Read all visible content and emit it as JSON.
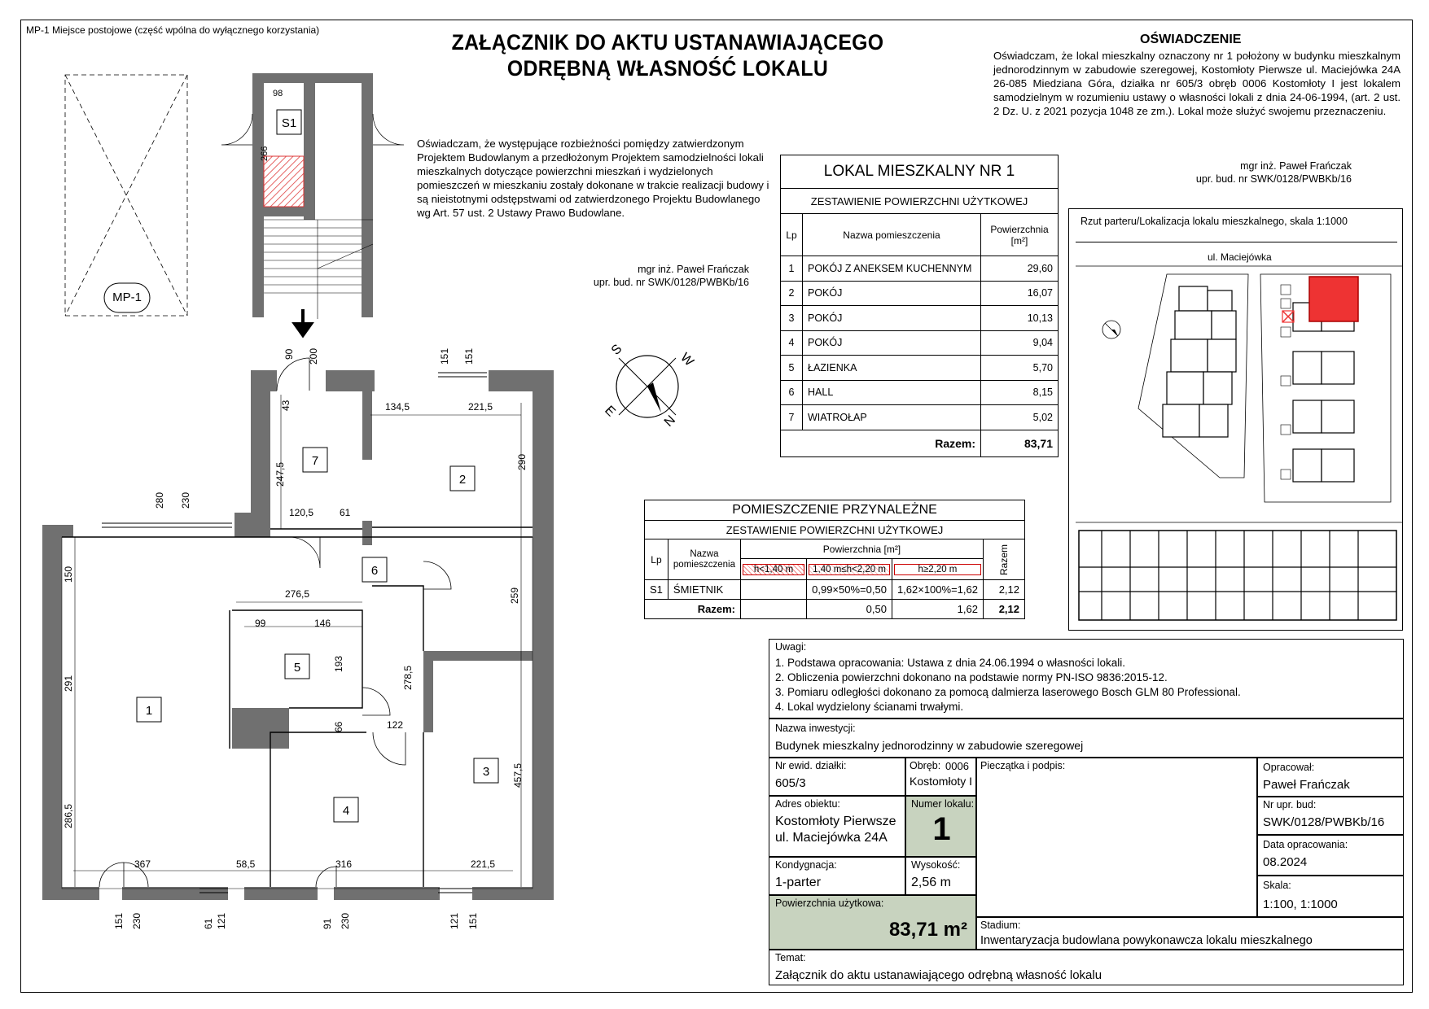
{
  "header": {
    "mp_note": "MP-1    Miejsce postojowe (część wpólna do wyłącznego korzystania)",
    "title_line1": "ZAŁĄCZNIK DO AKTU USTANAWIAJĄCEGO",
    "title_line2": "ODRĘBNĄ WŁASNOŚĆ LOKALU"
  },
  "declaration_top": {
    "heading": "OŚWIADCZENIE",
    "text": "Oświadczam, że lokal mieszkalny oznaczony nr 1 położony w budynku mieszkalnym jednorodzinnym w zabudowie szeregowej, Kostomłoty Pierwsze ul. Maciejówka 24A 26-085 Miedziana Góra, działka nr 605/3 obręb 0006 Kostomłoty I jest lokalem samodzielnym w rozumieniu ustawy o własności lokali z dnia 24-06-1994, (art. 2 ust. 2 Dz. U. z 2021 pozycja 1048 ze zm.). Lokal może służyć swojemu przeznaczeniu.",
    "sig_name": "mgr inż. Paweł Frańczak",
    "sig_reg": "upr. bud. nr SWK/0128/PWBKb/16"
  },
  "declaration_mid": {
    "text": "Oświadczam, że występujące rozbieżności pomiędzy zatwierdzonym Projektem Budowlanym a przedłożonym Projektem samodzielności lokali mieszkalnych dotyczące powierzchni mieszkań i wydzielonych pomieszczeń w mieszkaniu zostały dokonane w trakcie realizacji budowy i są nieistotnymi odstępstwami od zatwierdzonego Projektu Budowlanego wg Art. 57 ust. 2 Ustawy Prawo Budowlane.",
    "sig_name": "mgr inż. Paweł Frańczak",
    "sig_reg": "upr. bud. nr SWK/0128/PWBKb/16"
  },
  "lokal": {
    "title": "LOKAL MIESZKALNY NR 1",
    "subtitle": "ZESTAWIENIE POWIERZCHNI UŻYTKOWEJ",
    "col_lp": "Lp",
    "col_name": "Nazwa pomieszczenia",
    "col_area": "Powierzchnia [m²]",
    "rows": [
      {
        "lp": "1",
        "name": "POKÓJ Z ANEKSEM KUCHENNYM",
        "area": "29,60"
      },
      {
        "lp": "2",
        "name": "POKÓJ",
        "area": "16,07"
      },
      {
        "lp": "3",
        "name": "POKÓJ",
        "area": "10,13"
      },
      {
        "lp": "4",
        "name": "POKÓJ",
        "area": "9,04"
      },
      {
        "lp": "5",
        "name": "ŁAZIENKA",
        "area": "5,70"
      },
      {
        "lp": "6",
        "name": "HALL",
        "area": "8,15"
      },
      {
        "lp": "7",
        "name": "WIATROŁAP",
        "area": "5,02"
      }
    ],
    "total_label": "Razem:",
    "total": "83,71"
  },
  "przynalezne": {
    "title": "POMIESZCZENIE PRZYNALEŻNE",
    "subtitle": "ZESTAWIENIE POWIERZCHNI UŻYTKOWEJ",
    "col_lp": "Lp",
    "col_name": "Nazwa pomieszczenia",
    "col_area": "Powierzchnia [m²]",
    "h1": "h<1,40 m",
    "h2": "1,40 m≤h<2,20 m",
    "h3": "h≥2,20 m",
    "col_sum": "Razem",
    "row": {
      "lp": "S1",
      "name": "ŚMIETNIK",
      "a1": "",
      "a2": "0,99×50%=0,50",
      "a3": "1,62×100%=1,62",
      "sum": "2,12"
    },
    "total_label": "Razem:",
    "t2": "0,50",
    "t3": "1,62",
    "tsum": "2,12"
  },
  "location": {
    "caption": "Rzut parteru/Lokalizacja lokalu mieszkalnego, skala 1:1000",
    "street": "ul. Maciejówka"
  },
  "notes": {
    "heading": "Uwagi:",
    "items": [
      "1. Podstawa opracowania: Ustawa z dnia 24.06.1994 o własności lokali.",
      "2. Obliczenia powierzchni dokonano na podstawie normy PN-ISO 9836:2015-12.",
      "3. Pomiaru odległości dokonano za pomocą dalmierza laserowego Bosch GLM 80 Professional.",
      "4. Lokal wydzielony ścianami trwałymi."
    ]
  },
  "titleblock": {
    "inv_label": "Nazwa inwestycji:",
    "inv_value": "Budynek mieszkalny jednorodzinny w zabudowie szeregowej",
    "dz_label": "Nr ewid. działki:",
    "dz_value": "605/3",
    "ob_label": "Obręb:",
    "ob_code": "0006",
    "ob_name": "Kostomłoty I",
    "stamp_label": "Pieczątka i podpis:",
    "opr_label": "Opracował:",
    "opr_value": "Paweł Frańczak",
    "adr_label": "Adres obiektu:",
    "adr_line1": "Kostomłoty Pierwsze",
    "adr_line2": "ul. Maciejówka 24A",
    "num_label": "Numer lokalu:",
    "num_value": "1",
    "upr_label": "Nr upr. bud:",
    "upr_value": "SWK/0128/PWBKb/16",
    "date_label": "Data opracowania:",
    "date_value": "08.2024",
    "kond_label": "Kondygnacja:",
    "kond_value": "1-parter",
    "wys_label": "Wysokość:",
    "wys_value": "2,56 m",
    "skala_label": "Skala:",
    "skala_value": "1:100, 1:1000",
    "pu_label": "Powierzchnia użytkowa:",
    "pu_value": "83,71 m²",
    "stad_label": "Stadium:",
    "stad_value": "Inwentaryzacja budowlana powykonawcza lokalu mieszkalnego",
    "temat_label": "Temat:",
    "temat_value": "Załącznik do aktu ustanawiającego odrębną własność lokalu"
  },
  "plan": {
    "rooms": [
      "1",
      "2",
      "3",
      "4",
      "5",
      "6",
      "7"
    ],
    "s1": "S1",
    "mp1": "MP-1",
    "compass": [
      "S",
      "W",
      "N",
      "E"
    ],
    "dims": [
      "98",
      "266",
      "90",
      "200",
      "151",
      "151",
      "134,5",
      "221,5",
      "43",
      "247,5",
      "120,5",
      "61",
      "280",
      "230",
      "290",
      "150",
      "276,5",
      "259",
      "99",
      "146",
      "193",
      "278,5",
      "291",
      "66",
      "122",
      "457,5",
      "286,5",
      "367",
      "58,5",
      "316",
      "221,5",
      "151",
      "230",
      "61",
      "121",
      "91",
      "230",
      "121",
      "151"
    ]
  }
}
